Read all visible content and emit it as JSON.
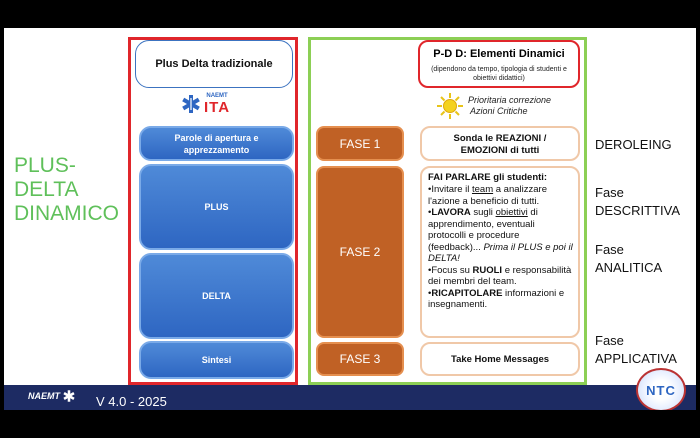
{
  "main_title": [
    "PLUS-DELTA",
    "DINAMICO"
  ],
  "left_panel": {
    "header": "Plus Delta tradizionale",
    "logo_text": "NAEMT",
    "logo_sub": "ITA",
    "sections": [
      "Parole di apertura e apprezzamento",
      "PLUS",
      "DELTA",
      "Sintesi"
    ]
  },
  "right_panel": {
    "pdd_title": "P-D D: Elementi Dinamici",
    "pdd_sub": "(dipendono da tempo, tipologia di studenti e obiettivi didattici)",
    "priority": [
      "Prioritaria correzione",
      "Azioni Critiche"
    ],
    "phases": [
      "FASE 1",
      "FASE 2",
      "FASE 3"
    ],
    "fase1_text": [
      "Sonda le REAZIONI /",
      "EMOZIONI di tutti"
    ],
    "fase2": {
      "heading": "FAI PARLARE gli studenti:",
      "b1": [
        "•Invitare il ",
        "team",
        " a analizzare l'azione a beneficio di tutti."
      ],
      "b2": [
        "•",
        "LAVORA",
        " sugli ",
        "obiettivi",
        " di apprendimento, eventuali protocolli e procedure (feedback)... ",
        "Prima il PLUS e poi il DELTA!"
      ],
      "b3": [
        "•Focus su ",
        "RUOLI",
        " e responsabilità dei membri del team."
      ],
      "b4": [
        "•",
        "RICAPITOLARE",
        " informazioni e insegnamenti."
      ]
    },
    "fase3_text": "Take Home Messages"
  },
  "side_labels": {
    "l1": "DEROLEING",
    "l2": [
      "Fase",
      "DESCRITTIVA"
    ],
    "l3": [
      "Fase",
      "ANALITICA"
    ],
    "l4": [
      "Fase",
      "APPLICATIVA"
    ]
  },
  "footer": {
    "logo_text": "NAEMT",
    "version": "V 4.0 - 2025",
    "corner_logo": "NTC"
  },
  "colors": {
    "red": "#e0262b",
    "green": "#8ccf55",
    "blue": "#2e66c2",
    "orange": "#c06125",
    "title_green": "#5fc05a"
  }
}
